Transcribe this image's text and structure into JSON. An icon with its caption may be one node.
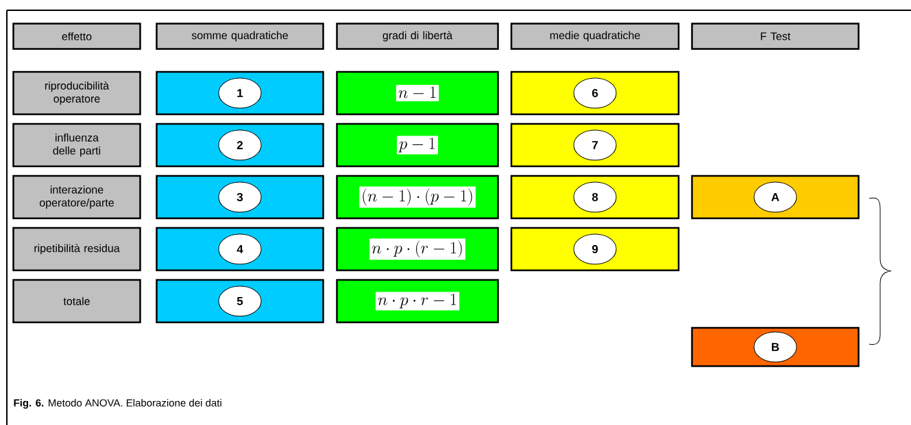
{
  "diagram": {
    "caption": "**Fig. 6.**  Metodo ANOVA.  Elaborazione dei dati",
    "nodes": [
      {
        "text": [
          "effetto"
        ]
      },
      {
        "text": [
          "somme quadratiche"
        ]
      },
      {
        "text": [
          "gradi di libertà"
        ]
      },
      {
        "text": [
          "medie quadratiche"
        ]
      },
      {
        "text": [
          "F Test"
        ]
      },
      {
        "text": [
          "riproducibilità operatore"
        ]
      },
      {
        "text": [],
        "shape": "box"
      },
      {
        "text": [
          "1"
        ],
        "in": 6
      },
      {
        "text": [
          "n-1"
        ]
      },
      {
        "text": [],
        "shape": "box"
      },
      {
        "text": [
          "6"
        ],
        "in": 9
      },
      {
        "text": [
          "influenza delle parti"
        ]
      },
      {
        "text": [],
        "shape": "box"
      },
      {
        "text": [
          "2"
        ],
        "in": 12
      },
      {
        "text": [
          "p-1"
        ]
      },
      {
        "text": [],
        "shape": "box"
      },
      {
        "text": [
          "7"
        ],
        "in": 15
      },
      {
        "text": [
          "interazione operatore/parte"
        ]
      },
      {
        "text": [],
        "shape": "box"
      },
      {
        "text": [
          "3"
        ],
        "in": 18
      },
      {
        "text": [
          "(n-1)\\cdot(p-1)"
        ]
      },
      {
        "text": [],
        "shape": "box"
      },
      {
        "text": [
          "8"
        ],
        "in": 21
      },
      {
        "text": [],
        "shape": "box"
      },
      {
        "text": [
          "A"
        ],
        "in": 23
      },
      {
        "text": [
          "ripetibilità residua"
        ]
      },
      {
        "text": [],
        "shape": "box"
      },
      {
        "text": [
          "4"
        ],
        "in": 26
      },
      {
        "text": [
          "n\\cdot p\\cdot(r-1)"
        ]
      },
      {
        "text": [],
        "shape": "box"
      },
      {
        "text": [
          "9"
        ],
        "in": 29
      },
      {
        "text": [
          "totale"
        ]
      },
      {
        "text": [],
        "shape": "box"
      },
      {
        "text": [
          "5"
        ],
        "in": 32
      },
      {
        "text": [
          "n\\cdot p\\cdot r-1"
        ]
      },
      {
        "text": [],
        "shape": "box"
      },
      {
        "text": [
          "B"
        ],
        "in": 35
      }
    ]
  }
}
